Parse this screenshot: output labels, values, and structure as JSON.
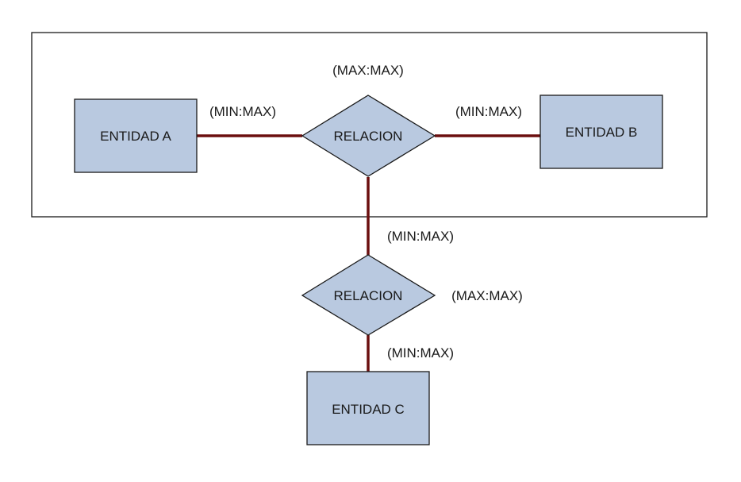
{
  "colors": {
    "shape_fill": "#b9c9e0",
    "shape_stroke": "#1a1a1a",
    "connector": "#6b0f0f",
    "frame_stroke": "#1a1a1a"
  },
  "entities": {
    "a": "ENTIDAD A",
    "b": "ENTIDAD B",
    "c": "ENTIDAD C"
  },
  "relations": {
    "top": "RELACION",
    "bottom": "RELACION"
  },
  "cardinalities": {
    "top_max": "(MAX:MAX)",
    "entity_a": "(MIN:MAX)",
    "entity_b": "(MIN:MAX)",
    "aggregate_side": "(MIN:MAX)",
    "bottom_max": "(MAX:MAX)",
    "entity_c": "(MIN:MAX)"
  }
}
